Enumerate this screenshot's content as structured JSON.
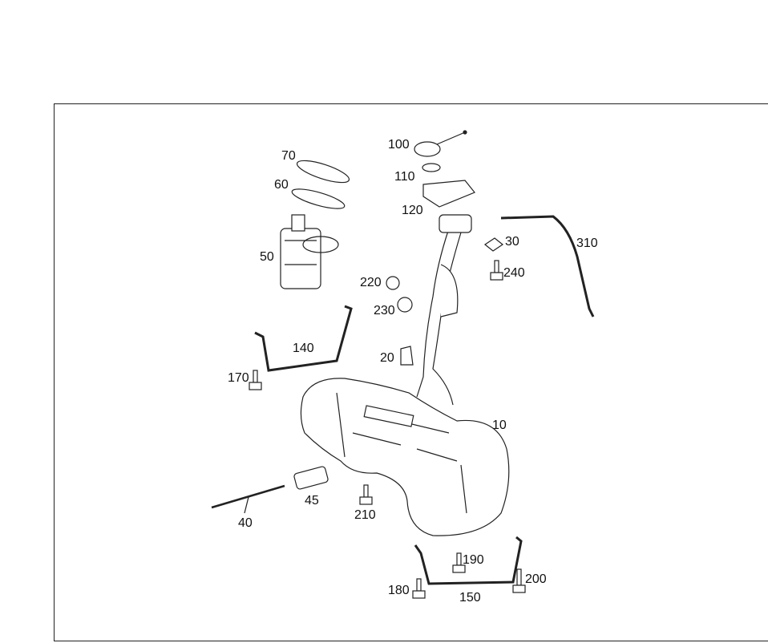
{
  "diagram": {
    "labels": {
      "p10": "10",
      "p20": "20",
      "p30": "30",
      "p40": "40",
      "p45": "45",
      "p50": "50",
      "p60": "60",
      "p70": "70",
      "p100": "100",
      "p110": "110",
      "p120": "120",
      "p140": "140",
      "p150": "150",
      "p170": "170",
      "p180": "180",
      "p190": "190",
      "p200": "200",
      "p210": "210",
      "p220": "220",
      "p230": "230",
      "p240": "240",
      "p310": "310"
    }
  }
}
